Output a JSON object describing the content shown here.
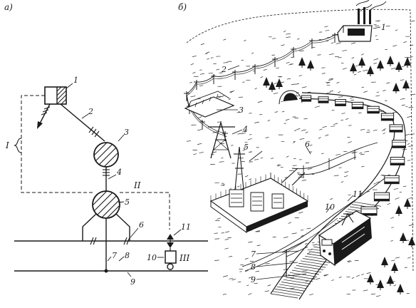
{
  "panels": {
    "a": "а)",
    "b": "б)"
  },
  "schematic": {
    "numbers": [
      "1",
      "2",
      "3",
      "4",
      "5",
      "6",
      "7",
      "8",
      "9",
      "10",
      "11"
    ],
    "roman": [
      "I",
      "II",
      "III"
    ]
  },
  "illustration": {
    "numbers": [
      "1",
      "2",
      "3",
      "4",
      "5",
      "6",
      "11",
      "10",
      "7",
      "8",
      "9"
    ]
  }
}
